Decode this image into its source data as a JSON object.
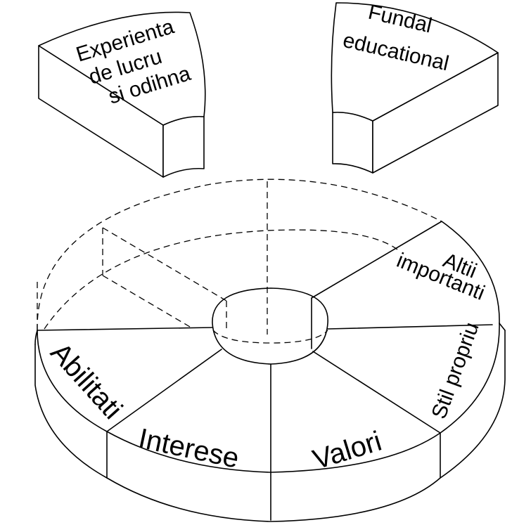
{
  "sectors": {
    "abilitati": "Abilitati",
    "interese": "Interese",
    "valori": "Valori",
    "stil_propriu": "Stil propriu",
    "altii_line1": "Altii",
    "altii_line2": "importanti"
  },
  "wedges": {
    "experienta_line1": "Experienta",
    "experienta_line2": "de lucru",
    "experienta_line3": "si odihna",
    "fundal_line1": "Fundal",
    "fundal_line2": "educational"
  }
}
